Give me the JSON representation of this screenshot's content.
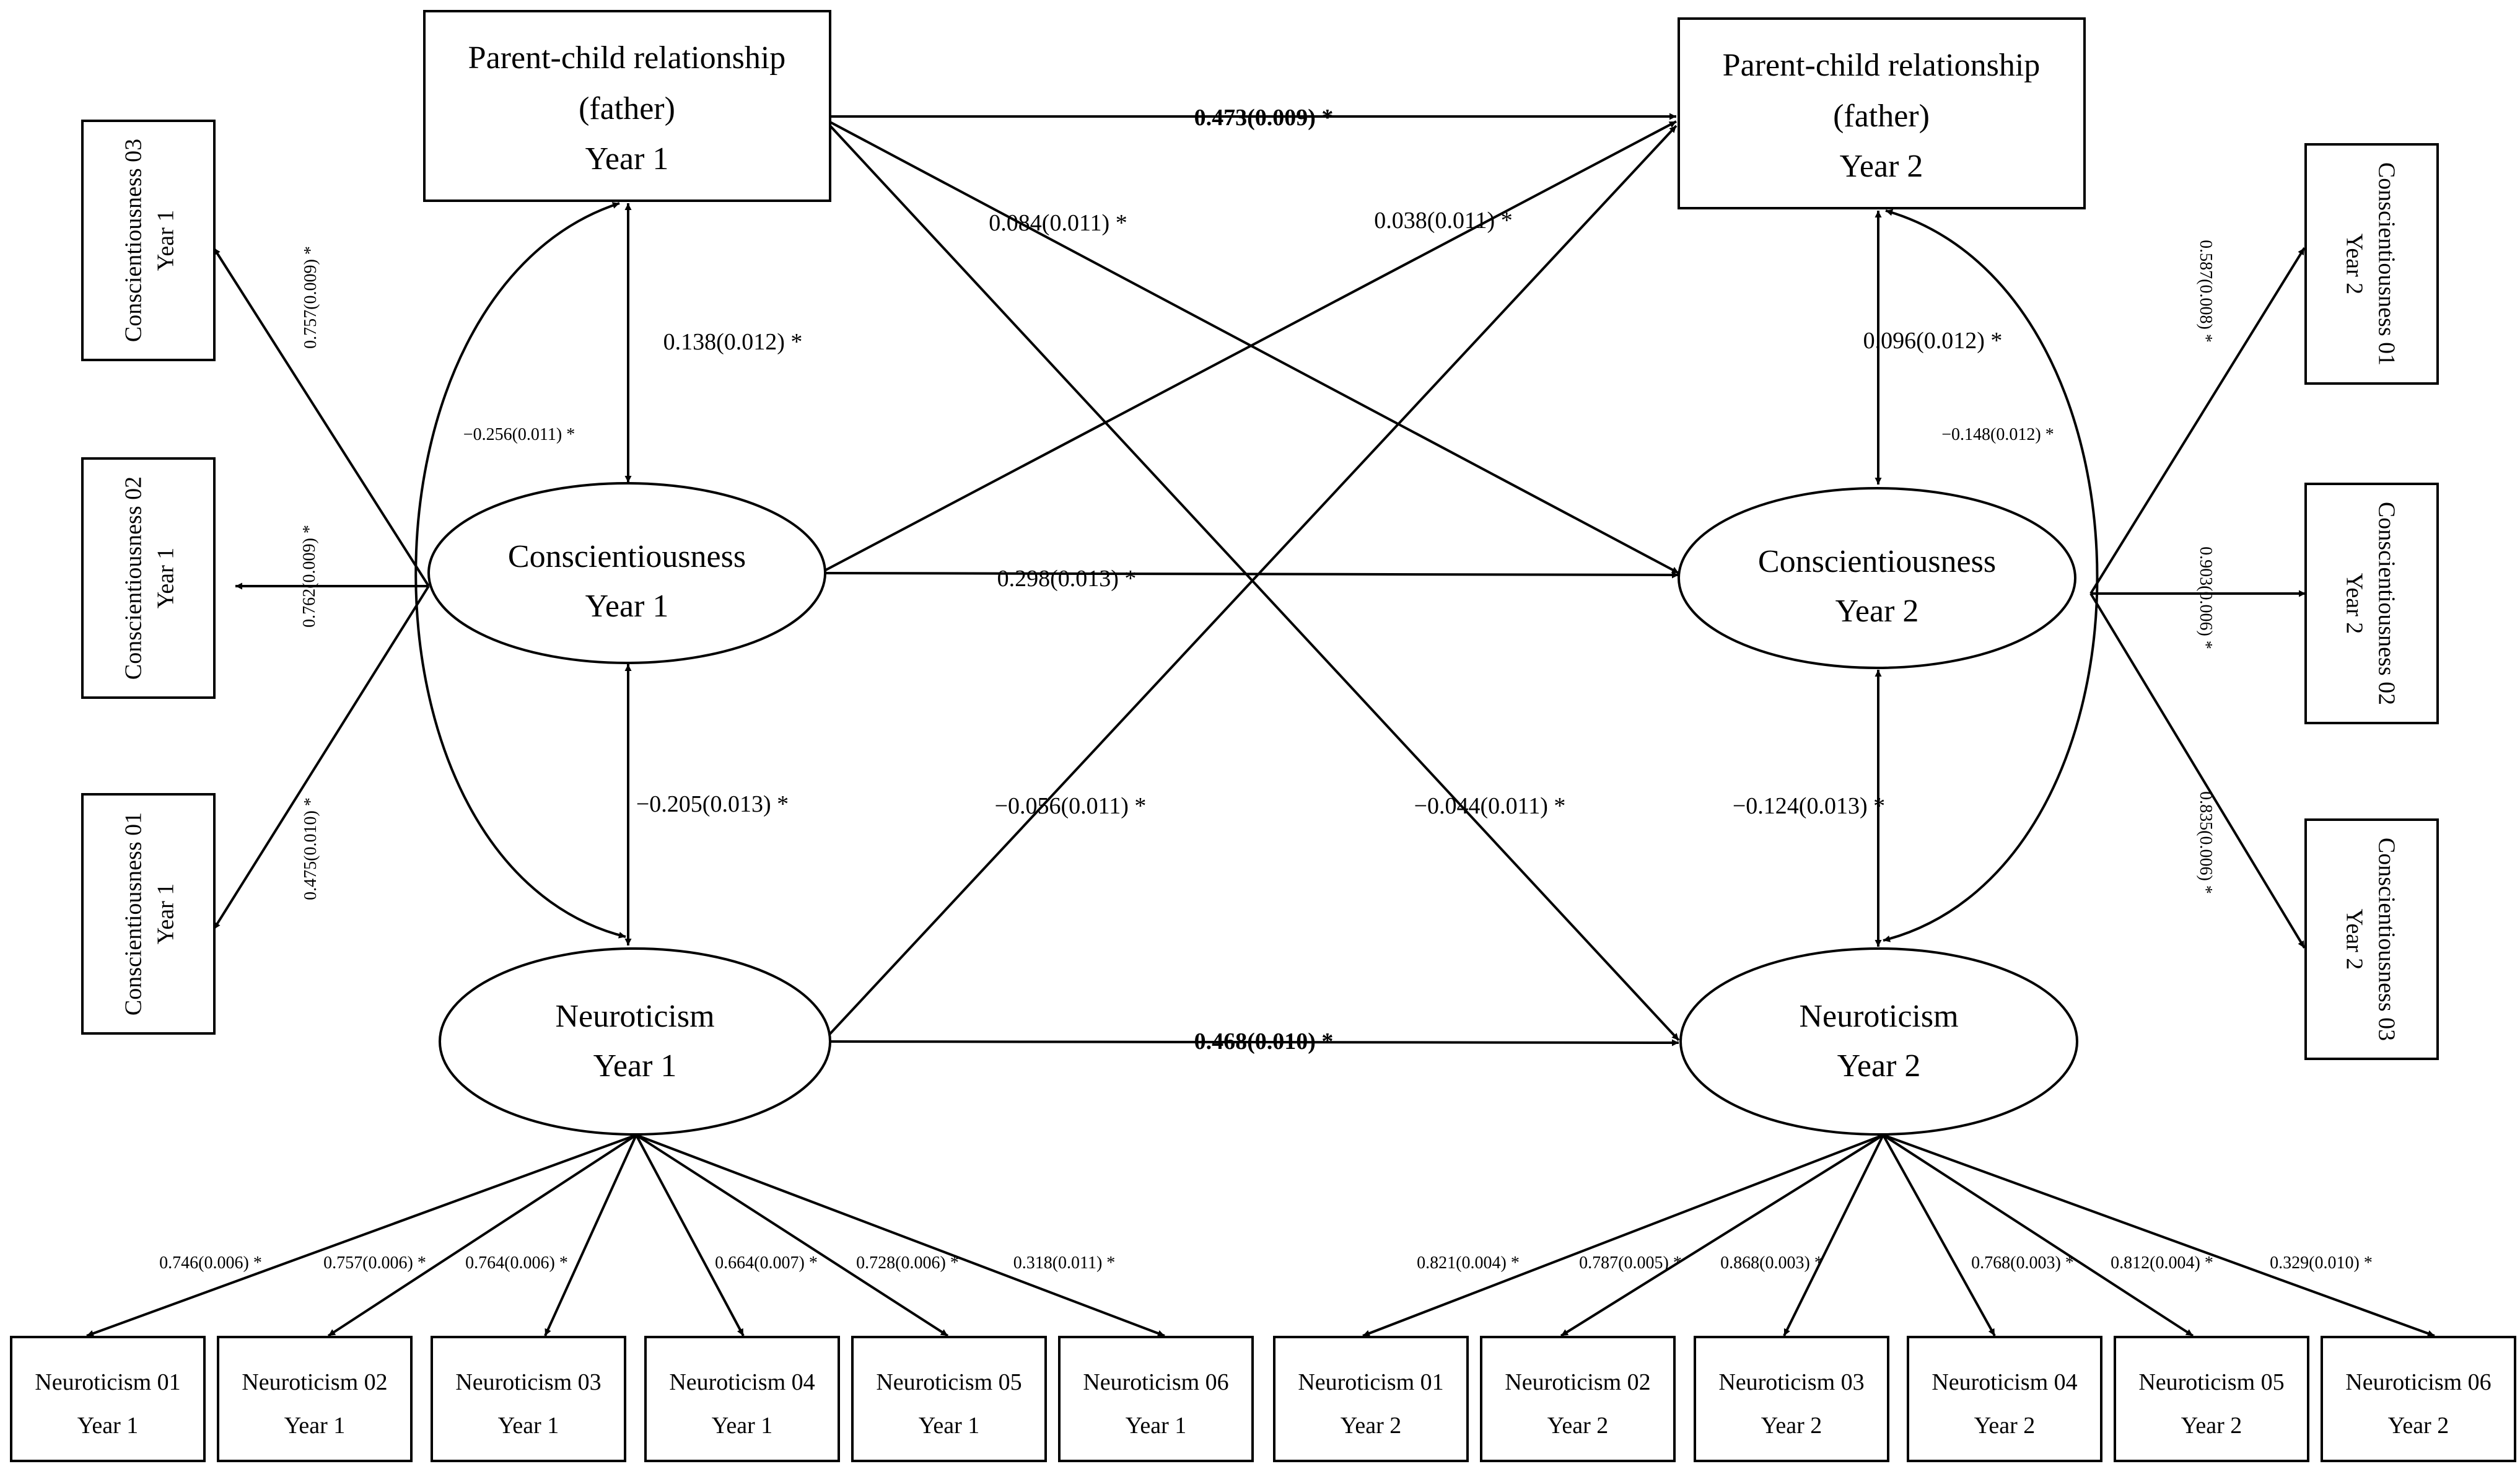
{
  "nodes": {
    "pcr1": [
      "Parent-child relationship",
      "(father)",
      "Year 1"
    ],
    "pcr2": [
      "Parent-child relationship",
      "(father)",
      "Year 2"
    ],
    "con1": [
      "Conscientiousness",
      "Year 1"
    ],
    "con2": [
      "Conscientiousness",
      "Year 2"
    ],
    "neu1": [
      "Neuroticism",
      "Year 1"
    ],
    "neu2": [
      "Neuroticism",
      "Year 2"
    ],
    "c03y1": [
      "Conscientiousness 03",
      "Year 1"
    ],
    "c02y1": [
      "Conscientiousness 02",
      "Year 1"
    ],
    "c01y1": [
      "Conscientiousness 01",
      "Year 1"
    ],
    "c01y2": [
      "Conscientiousness 01",
      "Year 2"
    ],
    "c02y2": [
      "Conscientiousness 02",
      "Year 2"
    ],
    "c03y2": [
      "Conscientiousness 03",
      "Year 2"
    ],
    "n01y1": [
      "Neuroticism 01",
      "Year 1"
    ],
    "n02y1": [
      "Neuroticism 02",
      "Year 1"
    ],
    "n03y1": [
      "Neuroticism 03",
      "Year 1"
    ],
    "n04y1": [
      "Neuroticism 04",
      "Year 1"
    ],
    "n05y1": [
      "Neuroticism 05",
      "Year 1"
    ],
    "n06y1": [
      "Neuroticism 06",
      "Year 1"
    ],
    "n01y2": [
      "Neuroticism 01",
      "Year 2"
    ],
    "n02y2": [
      "Neuroticism 02",
      "Year 2"
    ],
    "n03y2": [
      "Neuroticism 03",
      "Year 2"
    ],
    "n04y2": [
      "Neuroticism 04",
      "Year 2"
    ],
    "n05y2": [
      "Neuroticism 05",
      "Year 2"
    ],
    "n06y2": [
      "Neuroticism 06",
      "Year 2"
    ]
  },
  "paths": {
    "pcr_stability": "0.473(0.009) *",
    "neu_stability": "0.468(0.010) *",
    "con_stability": "0.298(0.013) *",
    "pcr1_to_con2": "0.084(0.011) *",
    "con1_to_pcr2": "0.038(0.011) *",
    "neu1_to_pcr2": "−0.056(0.011) *",
    "pcr1_to_neu2": "−0.044(0.011) *",
    "pcr1_con1": "0.138(0.012) *",
    "pcr1_neu1": "−0.256(0.011) *",
    "con1_neu1": "−0.205(0.013) *",
    "pcr2_con2": "0.096(0.012) *",
    "pcr2_neu2": "−0.148(0.012) *",
    "con2_neu2": "−0.124(0.013) *"
  },
  "loadings": {
    "c03y1": "0.757(0.009) *",
    "c02y1": "0.762(0.009) *",
    "c01y1": "0.475(0.010) *",
    "c01y2": "0.587(0.008) *",
    "c02y2": "0.903(0.006) *",
    "c03y2": "0.835(0.006) *",
    "n01y1": "0.746(0.006) *",
    "n02y1": "0.757(0.006) *",
    "n03y1": "0.764(0.006) *",
    "n04y1": "0.664(0.007) *",
    "n05y1": "0.728(0.006) *",
    "n06y1": "0.318(0.011) *",
    "n01y2": "0.821(0.004) *",
    "n02y2": "0.787(0.005) *",
    "n03y2": "0.868(0.003) *",
    "n04y2": "0.768(0.003) *",
    "n05y2": "0.812(0.004) *",
    "n06y2": "0.329(0.010) *"
  }
}
